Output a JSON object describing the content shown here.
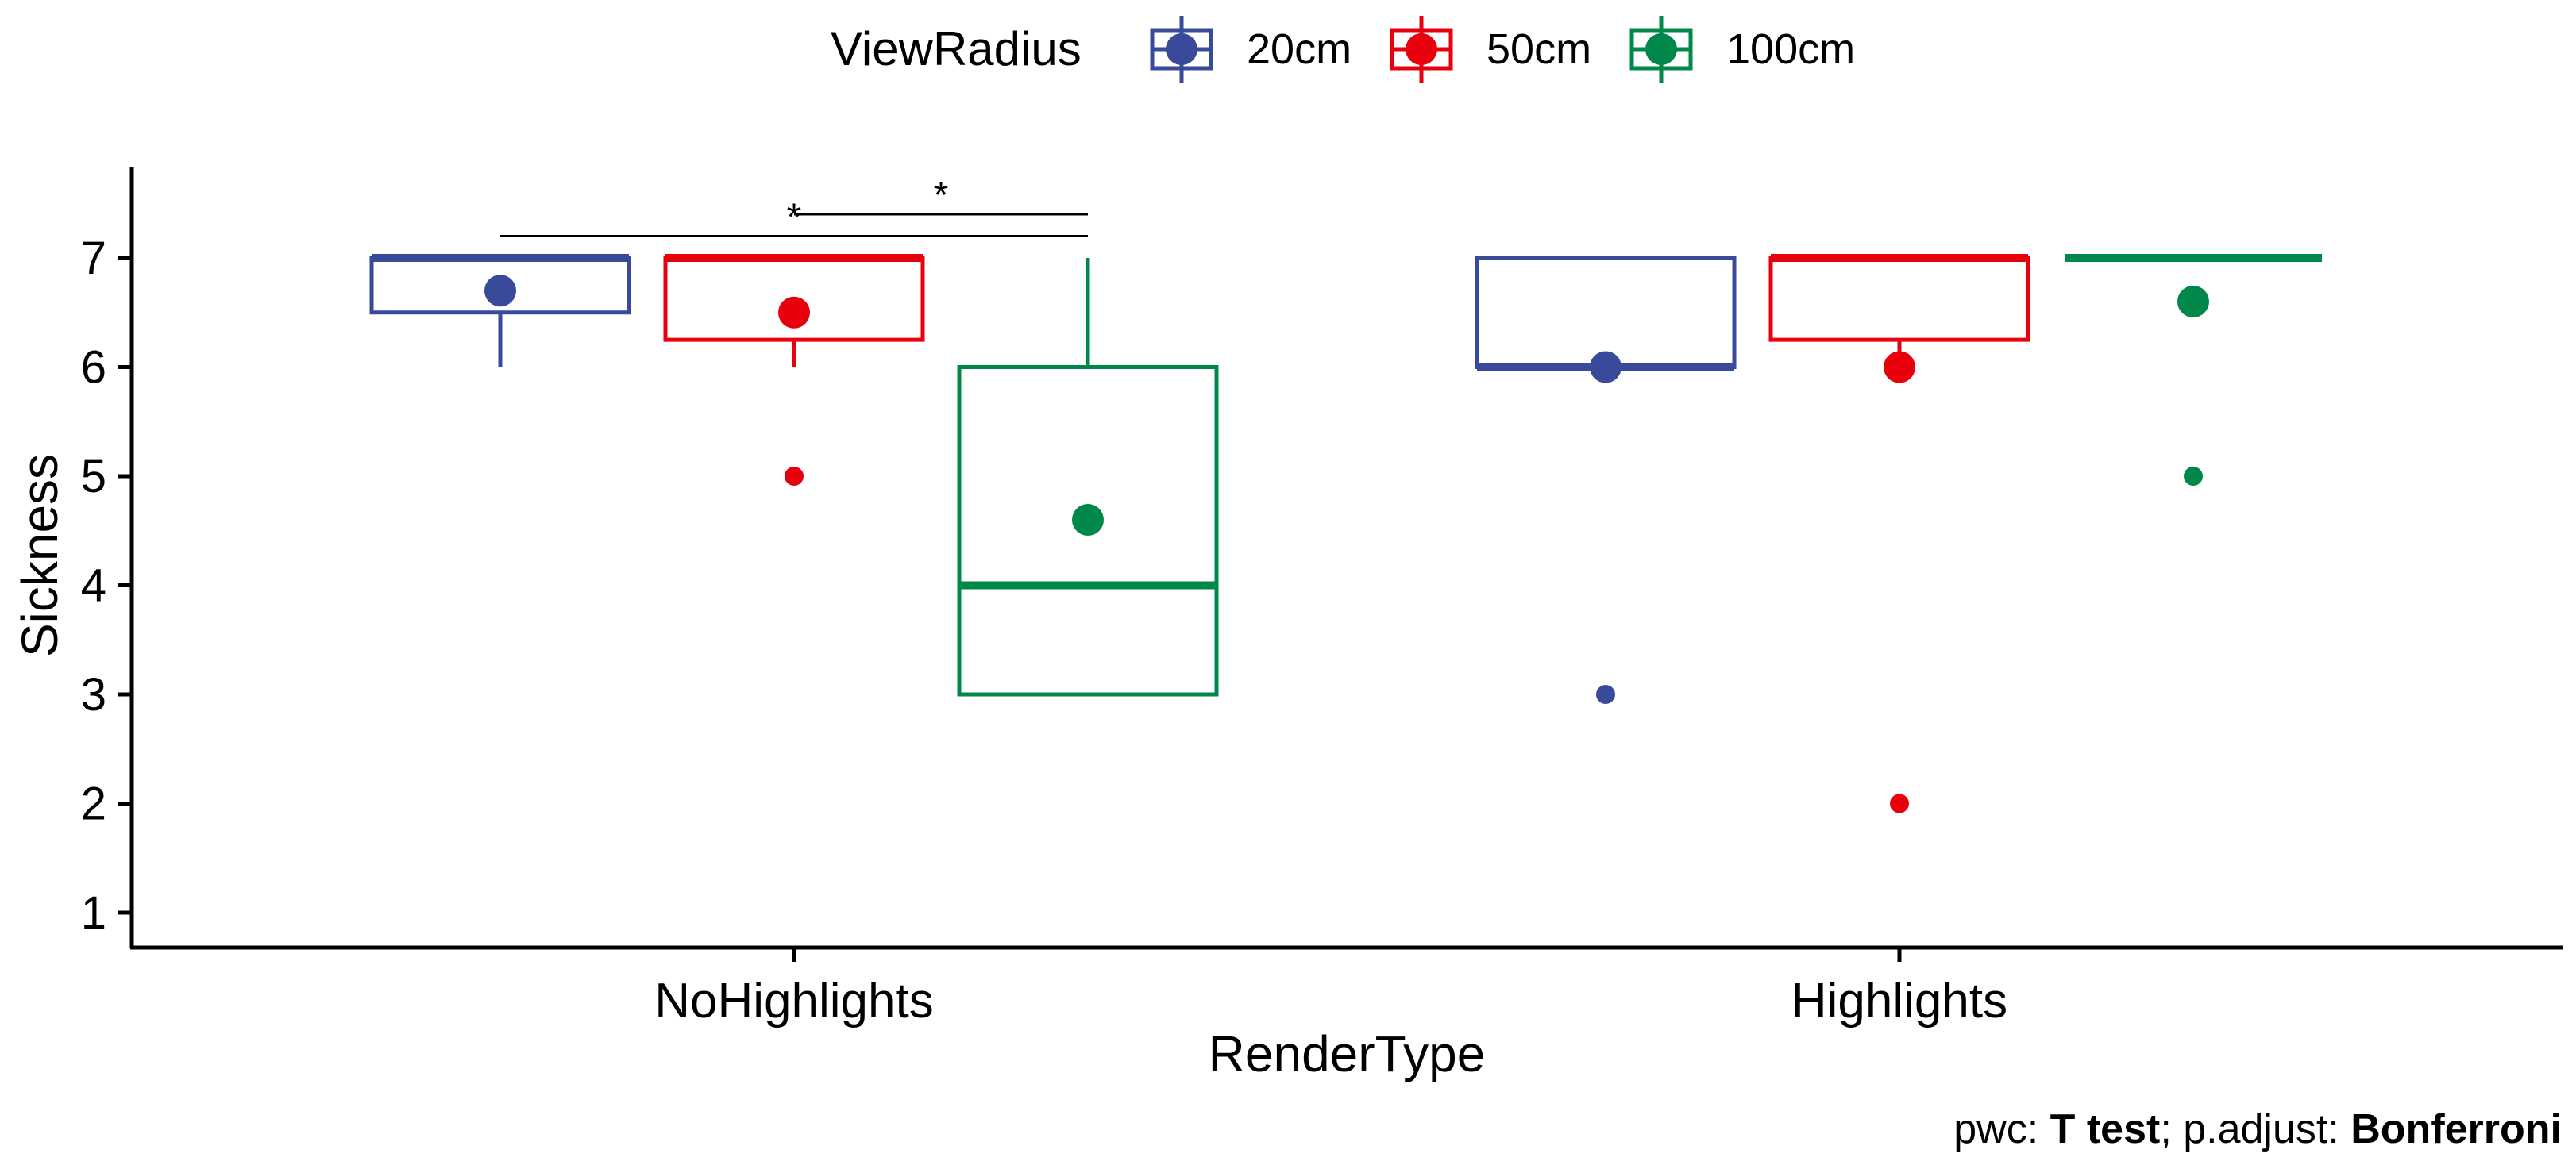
{
  "chart_data": {
    "type": "boxplot",
    "legend": {
      "title": "ViewRadius",
      "position": "top",
      "entries": [
        {
          "label": "20cm",
          "color": "#3a4a9a"
        },
        {
          "label": "50cm",
          "color": "#e8000d"
        },
        {
          "label": "100cm",
          "color": "#00884a"
        }
      ]
    },
    "xlabel": "RenderType",
    "ylabel": "Sickness",
    "categories": [
      "NoHighlights",
      "Highlights"
    ],
    "y_ticks": [
      1,
      2,
      3,
      4,
      5,
      6,
      7
    ],
    "ylim": [
      0.7,
      7.75
    ],
    "grid": false,
    "groups": [
      {
        "category": "NoHighlights",
        "series": [
          {
            "name": "20cm",
            "q1": 6.5,
            "median": 7,
            "q3": 7,
            "whisker_low": 6,
            "whisker_high": 7,
            "mean": 6.7,
            "outliers": []
          },
          {
            "name": "50cm",
            "q1": 6.25,
            "median": 7,
            "q3": 7,
            "whisker_low": 6,
            "whisker_high": 7,
            "mean": 6.5,
            "outliers": [
              5
            ]
          },
          {
            "name": "100cm",
            "q1": 3,
            "median": 4,
            "q3": 6,
            "whisker_low": 3,
            "whisker_high": 7,
            "mean": 4.6,
            "outliers": []
          }
        ]
      },
      {
        "category": "Highlights",
        "series": [
          {
            "name": "20cm",
            "q1": 6,
            "median": 6,
            "q3": 7,
            "whisker_low": 6,
            "whisker_high": 7,
            "mean": 6,
            "outliers": [
              3
            ]
          },
          {
            "name": "50cm",
            "q1": 6.25,
            "median": 7,
            "q3": 7,
            "whisker_low": 6,
            "whisker_high": 7,
            "mean": 6,
            "outliers": [
              2
            ]
          },
          {
            "name": "100cm",
            "q1": 7,
            "median": 7,
            "q3": 7,
            "whisker_low": 7,
            "whisker_high": 7,
            "mean": 6.6,
            "outliers": [
              5
            ]
          }
        ]
      }
    ],
    "significance": [
      {
        "category": "NoHighlights",
        "from": "20cm",
        "to": "100cm",
        "y": 7.2,
        "label": "*"
      },
      {
        "category": "NoHighlights",
        "from": "50cm",
        "to": "100cm",
        "y": 7.4,
        "label": "*"
      }
    ],
    "caption": {
      "parts": [
        {
          "text": "pwc: ",
          "bold": false
        },
        {
          "text": "T test",
          "bold": true
        },
        {
          "text": "; p.adjust: ",
          "bold": false
        },
        {
          "text": "Bonferroni",
          "bold": true
        }
      ]
    }
  }
}
